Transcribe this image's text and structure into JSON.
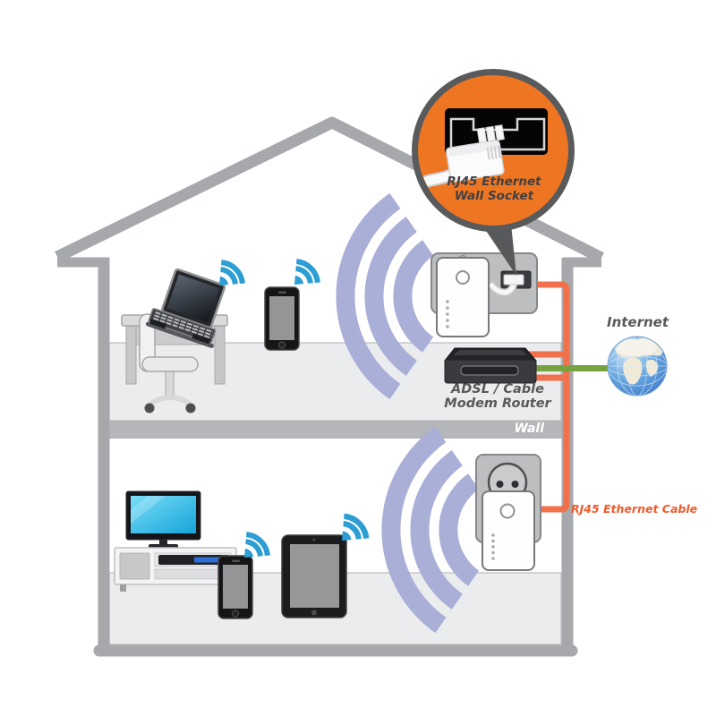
{
  "labels": {
    "callout": {
      "line1": "RJ45 Ethernet",
      "line2": "Wall Socket"
    },
    "internet": "Internet",
    "router": {
      "line1": "ADSL / Cable",
      "line2": "Modem Router"
    },
    "wall": "Wall",
    "ethernet_cable": "RJ45 Ethernet Cable"
  },
  "colors": {
    "callout_fill": "#EE7623",
    "callout_border": "#595A5C",
    "callout_text": "#414042",
    "house_outline": "#A6A8AB",
    "floor_fill": "#EBECED",
    "wall_band_fill": "#B4B6B9",
    "wifi_blue": "#2D9ED3",
    "wifi_fan_lavender": "#A9AFD7",
    "cable_orange": "#F0714B",
    "cable_label_orange": "#F15A29",
    "cable_green": "#76A240",
    "diagram_text_gray": "#58595B",
    "wall_text": "#FFFFFF"
  },
  "icons": {
    "wifi_signal_icon": "three blue quarter arcs with wedge",
    "wifi_fan_icon": "three thick lavender arc bands",
    "globe_icon": "blue internet globe with cream continents",
    "rj45_plug_icon": "white RJ45 connector entering black wall jack",
    "power_socket_icon": "round European power outlet",
    "router_icon": "black ADSL/cable modem router box",
    "laptop_icon": "laptop on desk",
    "smartphone_icon": "black smartphone",
    "tablet_icon": "black tablet",
    "tv_icon": "flat TV with media player on stand"
  }
}
